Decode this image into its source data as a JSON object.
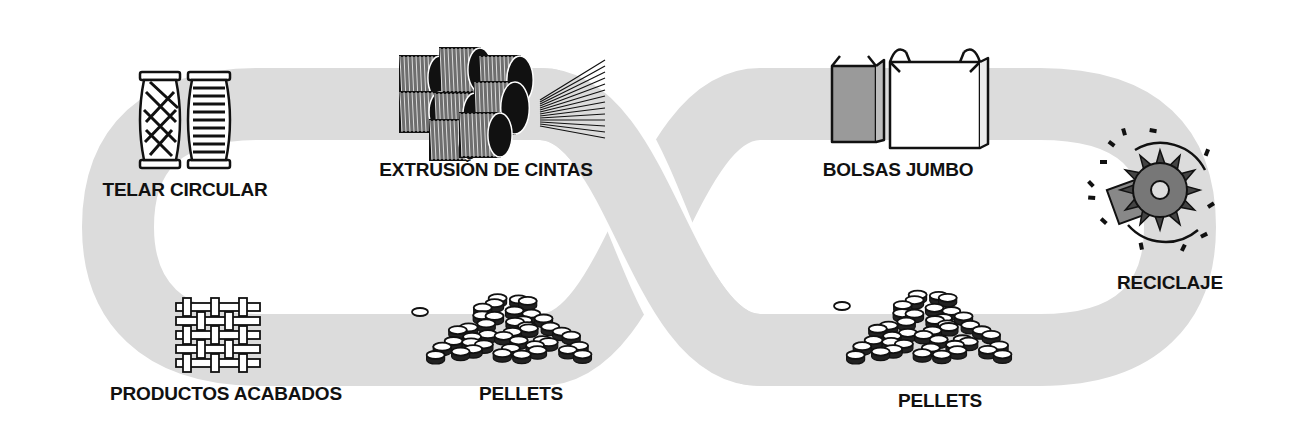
{
  "diagram": {
    "labels": [
      "TELAR CIRCULAR",
      "EXTRUSIÓN DE CINTAS",
      "BOLSAS JUMBO",
      "RECICLAJE",
      "PRODUCTOS ACABADOS",
      "PELLETS",
      "PELLETS"
    ]
  }
}
